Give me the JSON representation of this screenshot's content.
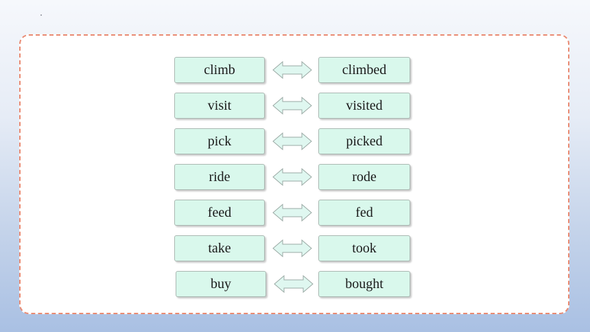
{
  "colors": {
    "panel_border": "#e98a72",
    "word_box_fill": "#d9f8ec",
    "arrow_fill": "#dff7f0"
  },
  "arrow_icon": "double-headed-arrow",
  "pairs": [
    {
      "base": "climb",
      "past": "climbed"
    },
    {
      "base": "visit",
      "past": "visited"
    },
    {
      "base": "pick",
      "past": "picked"
    },
    {
      "base": "ride",
      "past": "rode"
    },
    {
      "base": "feed",
      "past": "fed"
    },
    {
      "base": "take",
      "past": "took"
    },
    {
      "base": "buy",
      "past": "bought"
    }
  ]
}
